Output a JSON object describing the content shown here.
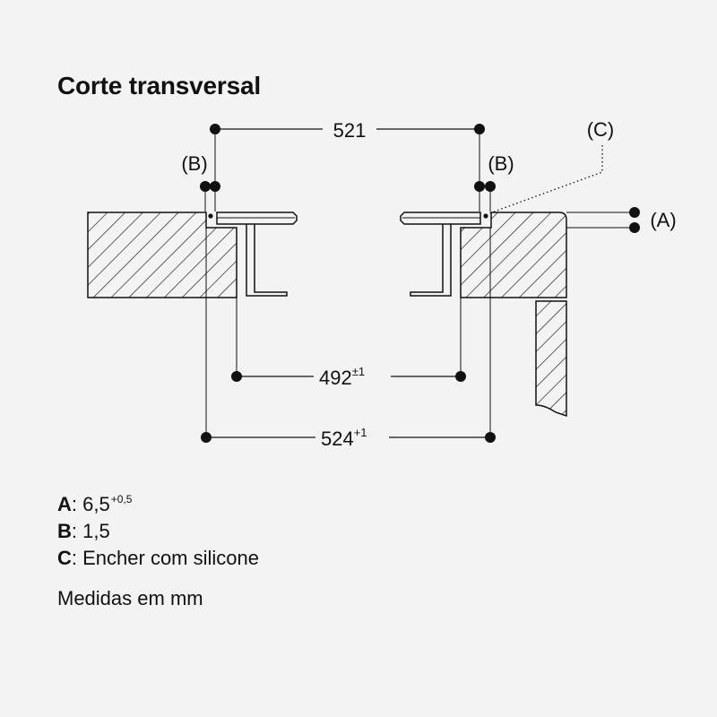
{
  "title": "Corte transversal",
  "callouts": {
    "b_left": "(B)",
    "b_right": "(B)",
    "c": "(C)",
    "a": "(A)"
  },
  "dimensions": {
    "top": {
      "value": "521",
      "tolerance": ""
    },
    "middle": {
      "value": "492",
      "tolerance": "±1"
    },
    "bottom": {
      "value": "524",
      "tolerance": "+1"
    }
  },
  "legend": [
    {
      "key": "A",
      "text": "6,5",
      "sup": "+0,5"
    },
    {
      "key": "B",
      "text": "1,5",
      "sup": ""
    },
    {
      "key": "C",
      "text": "Encher com silicone",
      "sup": ""
    }
  ],
  "units_note": "Medidas em mm",
  "colors": {
    "ink": "#111111",
    "background": "#f3f3f3"
  }
}
